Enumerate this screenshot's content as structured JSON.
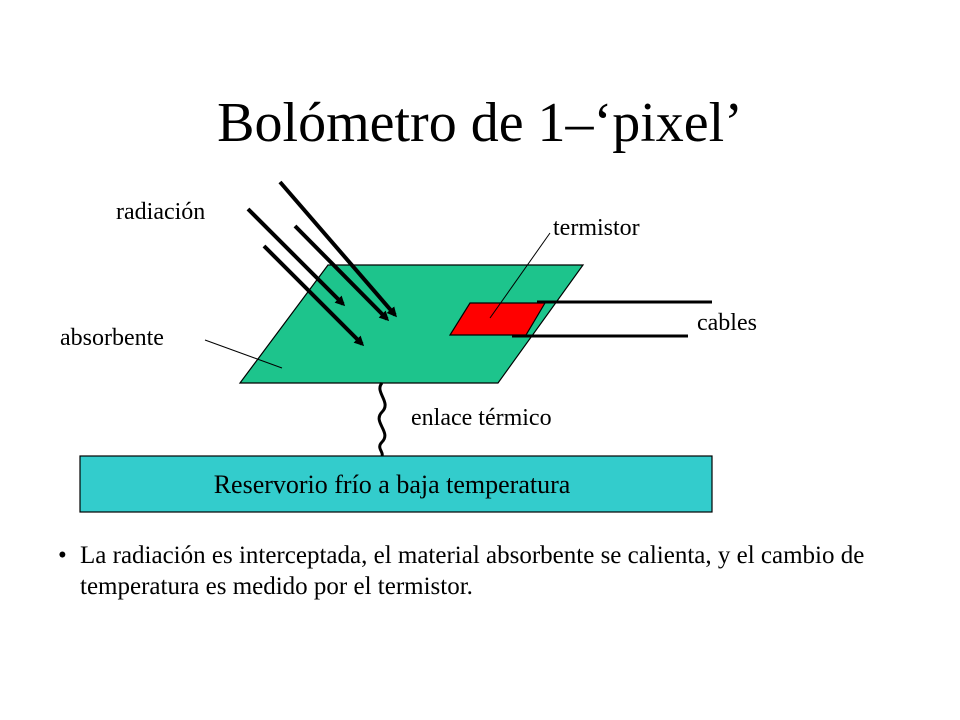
{
  "title": "Bolómetro de 1–‘pixel’",
  "labels": {
    "radiation": "radiación",
    "thermistor": "termistor",
    "absorber": "absorbente",
    "cables": "cables",
    "thermal_link": "enlace térmico",
    "reservoir": "Reservorio frío a baja temperatura"
  },
  "bullet": {
    "symbol": "•",
    "text": "La radiación es interceptada, el material absorbente se calienta, y el cambio de temperatura es medido por el termistor."
  },
  "colors": {
    "absorber": "#1dc48c",
    "thermistor": "#ff0000",
    "reservoir": "#33cccc"
  }
}
